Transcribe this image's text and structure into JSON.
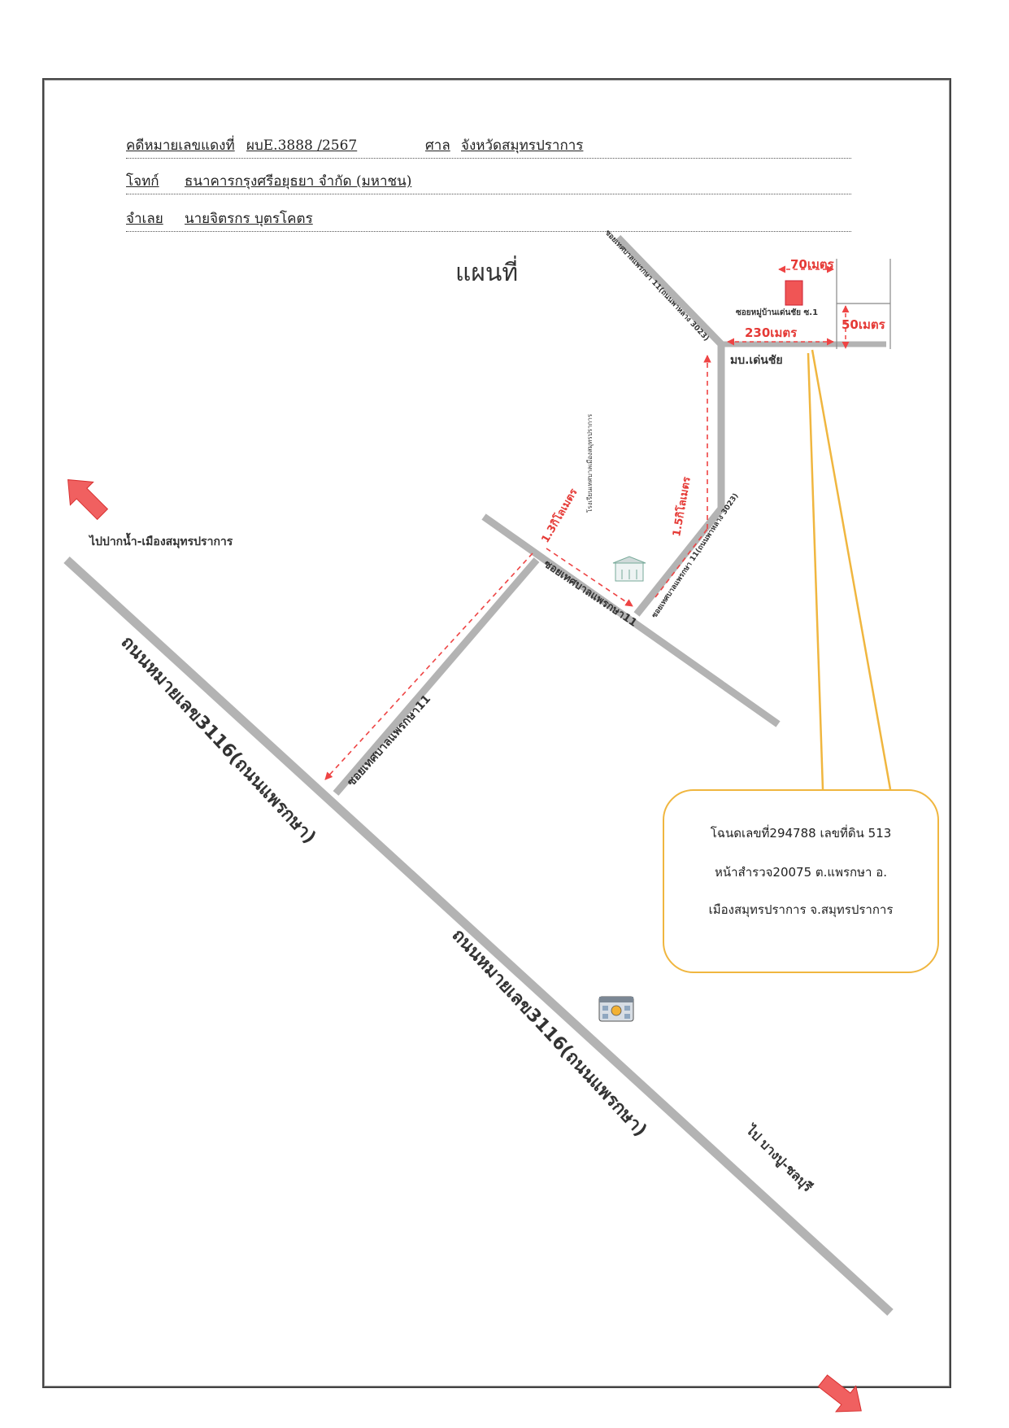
{
  "header": {
    "case_label": "คดีหมายเลขแดงที่",
    "case_no": "ผบE.3888 /2567",
    "court_label": "ศาล",
    "court_name": "จังหวัดสมุทรปราการ",
    "plaintiff_label": "โจทก์",
    "plaintiff_name": "ธนาคารกรุงศรีอยุธยา จำกัด (มหาชน)",
    "defendant_label": "จำเลย",
    "defendant_name": "นายจิตรกร บุตรโคตร"
  },
  "map": {
    "title": "แผนที่",
    "highway_label_1": "ถนนหมายเลข3116(ถนนแพรกษา)",
    "highway_label_2": "ถนนหมายเลข3116(ถนนแพรกษา)",
    "soi_label_1": "ซอยเทศบาลแพรกษา11",
    "soi_label_2": "ซอยเทศบาลแพรกษา11",
    "soi_label_3": "ซอยเทศบาลแพรกษา 11(ถนนพาหลาง 3023)",
    "soi_label_4": "ซอยเทศบาลแพรกษา 11(ถนนพาหลาง 3023)",
    "village_soi_label": "ซอยหมู่บ้านเด่นชัย ซ.1",
    "village_label": "มบ.เด่นชัย",
    "school_label": "โรงเรียนเทศบาลเมืองสมุทรปราการ",
    "dist_1": "1.3กิโลเมตร",
    "dist_2": "1.5กิโลเมตร",
    "dist_230": "230เมตร",
    "dist_70": "70เมตร",
    "dist_50": "50เมตร",
    "direction_nw": "ไปปากน้ำ-เมืองสมุทรปราการ",
    "direction_se": "ไป บางปู-ชลบุรี"
  },
  "info": {
    "line1": "โฉนดเลขที่294788 เลขที่ดิน 513",
    "line2": "หน้าสำรวจ20075 ต.แพรกษา อ.",
    "line3": "เมืองสมุทรปราการ จ.สมุทรปราการ"
  },
  "colors": {
    "road": "#b3b3b3",
    "route": "#ee4444",
    "arrow": "#f06060",
    "callout": "#f0b63f"
  }
}
